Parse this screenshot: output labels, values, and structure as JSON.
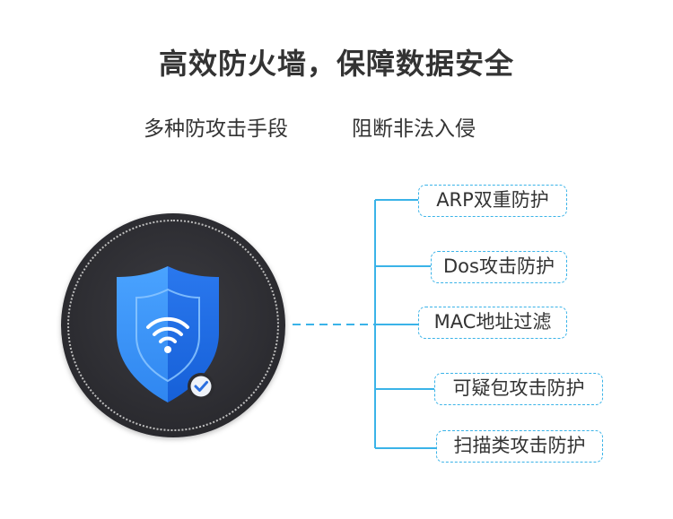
{
  "headline": "高效防火墙，保障数据安全",
  "subtitles": {
    "left": "多种防攻击手段",
    "right": "阻断非法入侵"
  },
  "features": [
    "ARP双重防护",
    "Dos攻击防护",
    "MAC地址过滤",
    "可疑包攻击防护",
    "扫描类攻击防护"
  ],
  "icons": {
    "shield": "shield-icon",
    "wifi": "wifi-icon",
    "check": "check-badge-icon"
  },
  "colors": {
    "text": "#333333",
    "accent": "#3ab3e8",
    "shield_left": "#3a8ff5",
    "shield_right": "#1f6fe6",
    "disc": "#2e2e33"
  }
}
